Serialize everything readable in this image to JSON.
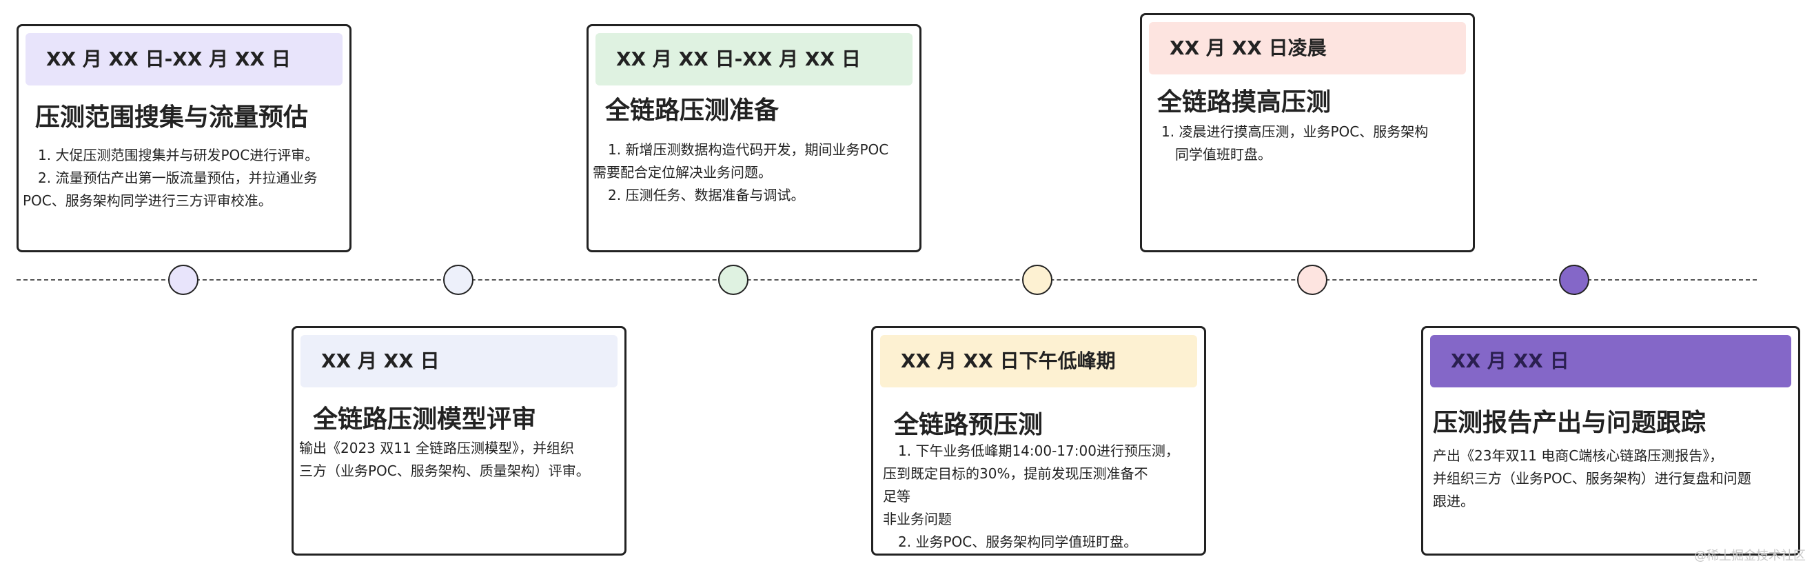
{
  "colors": {
    "lavender": "#e8e4fb",
    "pale_blue": "#edf0fa",
    "mint": "#dff2e1",
    "cream": "#fdf1d2",
    "pink": "#fde4e0",
    "purple": "#8467c8"
  },
  "cards": [
    {
      "date": "XX 月 XX 日-XX 月 XX 日",
      "title": "压测范围搜集与流量预估",
      "lines": [
        "1. 大促压测范围搜集并与研发POC进行评审。",
        "2. 流量预估产出第一版流量预估，并拉通业务",
        "POC、服务架构同学进行三方评审校准。"
      ]
    },
    {
      "date": "XX 月 XX 日",
      "title": "全链路压测模型评审",
      "lines": [
        "输出《2023 双11 全链路压测模型》，并组织",
        "三方（业务POC、服务架构、质量架构）评审。"
      ]
    },
    {
      "date": "XX 月 XX 日-XX 月 XX 日",
      "title": "全链路压测准备",
      "lines": [
        "1. 新增压测数据构造代码开发，期间业务POC",
        "需要配合定位解决业务问题。",
        "2. 压测任务、数据准备与调试。"
      ]
    },
    {
      "date": "XX 月 XX 日下午低峰期",
      "title": "全链路预压测",
      "lines": [
        "1. 下午业务低峰期14:00-17:00进行预压测，",
        "压到既定目标的30%，提前发现压测准备不",
        "足等",
        "非业务问题",
        "2. 业务POC、服务架构同学值班盯盘。"
      ]
    },
    {
      "date": "XX 月 XX 日凌晨",
      "title": "全链路摸高压测",
      "lines": [
        "1. 凌晨进行摸高压测，业务POC、服务架构",
        "同学值班盯盘。"
      ]
    },
    {
      "date": "XX 月 XX 日",
      "title": "压测报告产出与问题跟踪",
      "lines": [
        "产出《23年双11 电商C端核心链路压测报告》，",
        "并组织三方（业务POC、服务架构）进行复盘和问题",
        "跟进。"
      ]
    }
  ],
  "watermark": "@稀土掘金技术社区"
}
